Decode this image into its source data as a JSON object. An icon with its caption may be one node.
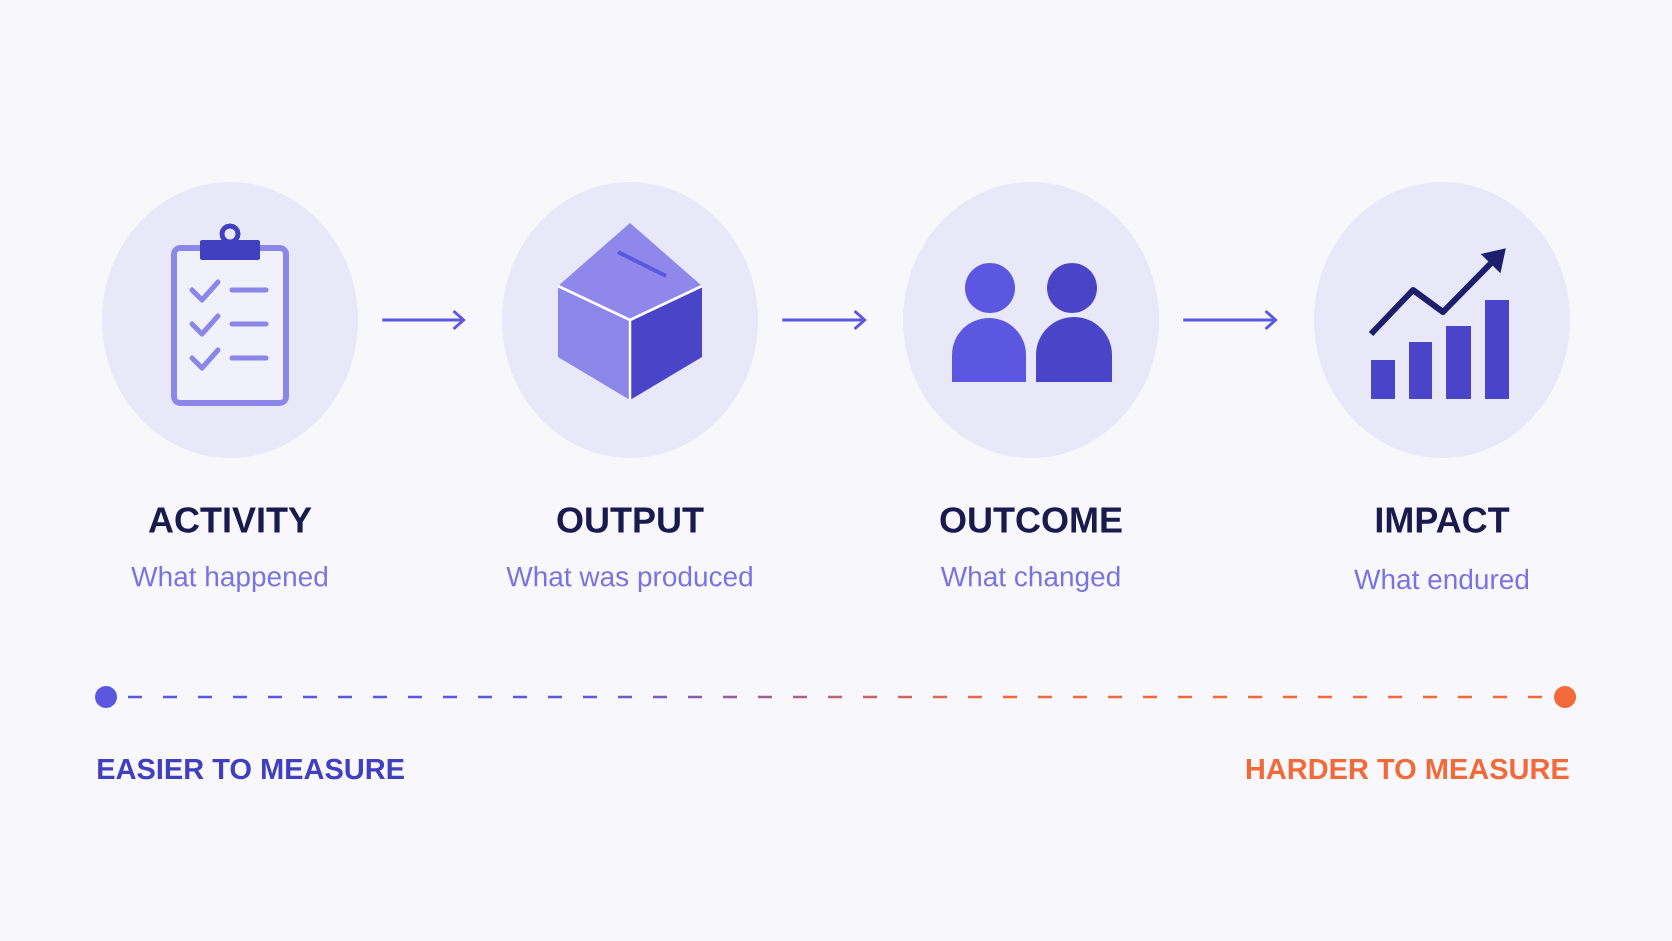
{
  "diagram": {
    "nodes": [
      {
        "text": [
          "ACTIVITY",
          "What happened"
        ]
      },
      {
        "text": [
          "OUTPUT",
          "What was produced"
        ]
      },
      {
        "text": [
          "OUTCOME",
          "What changed"
        ]
      },
      {
        "text": [
          "IMPACT",
          "What endured"
        ]
      }
    ],
    "edges": [
      {
        "from": 0,
        "to": 1,
        "arrow": "to"
      },
      {
        "from": 1,
        "to": 2,
        "arrow": "to"
      },
      {
        "from": 2,
        "to": 3,
        "arrow": "to"
      }
    ],
    "labels": [
      "EASIER TO MEASURE",
      "HARDER TO MEASURE"
    ]
  }
}
